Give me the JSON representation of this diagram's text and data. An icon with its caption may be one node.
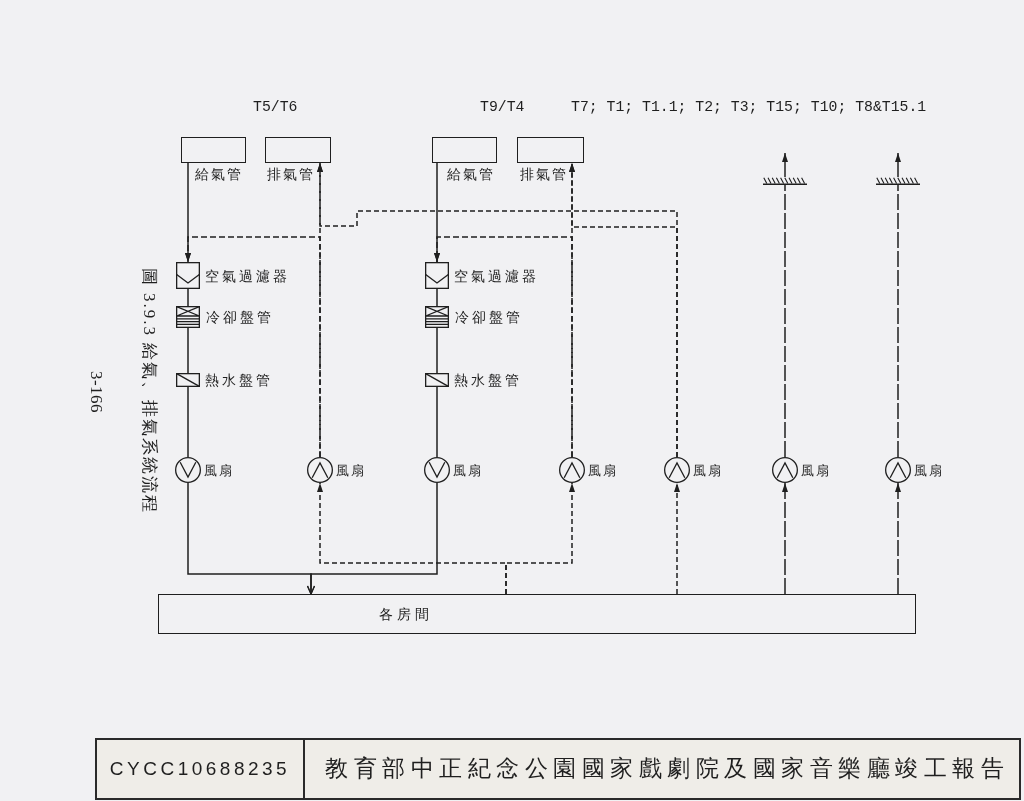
{
  "diagram": {
    "caption": "圖 3.9.3 給氣、排氣系統流程",
    "nodes": [
      {
        "text": [
          "給氣管"
        ]
      },
      {
        "text": [
          "排氣管"
        ]
      },
      {
        "text": [
          "給氣管"
        ]
      },
      {
        "text": [
          "排氣管"
        ]
      },
      {
        "text": [],
        "shape": "bar"
      },
      {
        "text": [],
        "shape": "bar"
      },
      {
        "text": [
          "空氣過濾器"
        ]
      },
      {
        "text": [
          "空氣過濾器"
        ]
      },
      {
        "text": [
          "冷卻盤管"
        ]
      },
      {
        "text": [
          "冷卻盤管"
        ]
      },
      {
        "text": [
          "熱水盤管"
        ]
      },
      {
        "text": [
          "熱水盤管"
        ]
      },
      {
        "text": [
          "風扇"
        ]
      },
      {
        "text": [
          "風扇"
        ]
      },
      {
        "text": [
          "風扇"
        ]
      },
      {
        "text": [
          "風扇"
        ]
      },
      {
        "text": [
          "風扇"
        ]
      },
      {
        "text": [
          "風扇"
        ]
      },
      {
        "text": [
          "風扇"
        ]
      },
      {
        "text": [
          "各房間"
        ]
      }
    ],
    "edges": [
      {
        "from": 0,
        "to": 6,
        "arrow": "to"
      },
      {
        "from": 6,
        "to": 8,
        "arrow": "none"
      },
      {
        "from": 8,
        "to": 10,
        "arrow": "none"
      },
      {
        "from": 10,
        "to": 12,
        "arrow": "none"
      },
      {
        "from": 12,
        "to": 19,
        "arrow": "to"
      },
      {
        "from": 2,
        "to": 7,
        "arrow": "to"
      },
      {
        "from": 7,
        "to": 9,
        "arrow": "none"
      },
      {
        "from": 9,
        "to": 11,
        "arrow": "none"
      },
      {
        "from": 11,
        "to": 14,
        "arrow": "none"
      },
      {
        "from": 14,
        "to": 19,
        "arrow": "to"
      },
      {
        "from": 19,
        "to": 13,
        "arrow": "to",
        "style": "dashed"
      },
      {
        "from": 19,
        "to": 15,
        "arrow": "to",
        "style": "dashed"
      },
      {
        "from": 13,
        "to": 1,
        "arrow": "to",
        "style": "dashed"
      },
      {
        "from": 15,
        "to": 3,
        "arrow": "to",
        "style": "dashed"
      },
      {
        "from": 13,
        "to": 6,
        "arrow": "to",
        "style": "dashed"
      },
      {
        "from": 15,
        "to": 7,
        "arrow": "to",
        "style": "dashed"
      },
      {
        "from": 19,
        "to": 16,
        "arrow": "to",
        "style": "dashed"
      },
      {
        "from": 16,
        "to": 1,
        "arrow": "to",
        "style": "dashed"
      },
      {
        "from": 16,
        "to": 3,
        "arrow": "to",
        "style": "dashed"
      },
      {
        "from": 19,
        "to": 17,
        "arrow": "to",
        "style": "dashed"
      },
      {
        "from": 17,
        "to": 4,
        "arrow": "none",
        "style": "dashed"
      },
      {
        "from": 4,
        "to": null,
        "arrow": "to"
      },
      {
        "from": 19,
        "to": 18,
        "arrow": "to",
        "style": "dashed"
      },
      {
        "from": 18,
        "to": 5,
        "arrow": "none",
        "style": "dashed"
      },
      {
        "from": 5,
        "to": null,
        "arrow": "to"
      }
    ],
    "labels": [
      "T5/T6",
      "T9/T4",
      "T7; T1; T1.1; T2; T3; T15; T10; T8&T15.1",
      "3-166",
      "CYCC10688235",
      "教育部中正紀念公園國家戲劇院及國家音樂廳竣工報告"
    ]
  }
}
